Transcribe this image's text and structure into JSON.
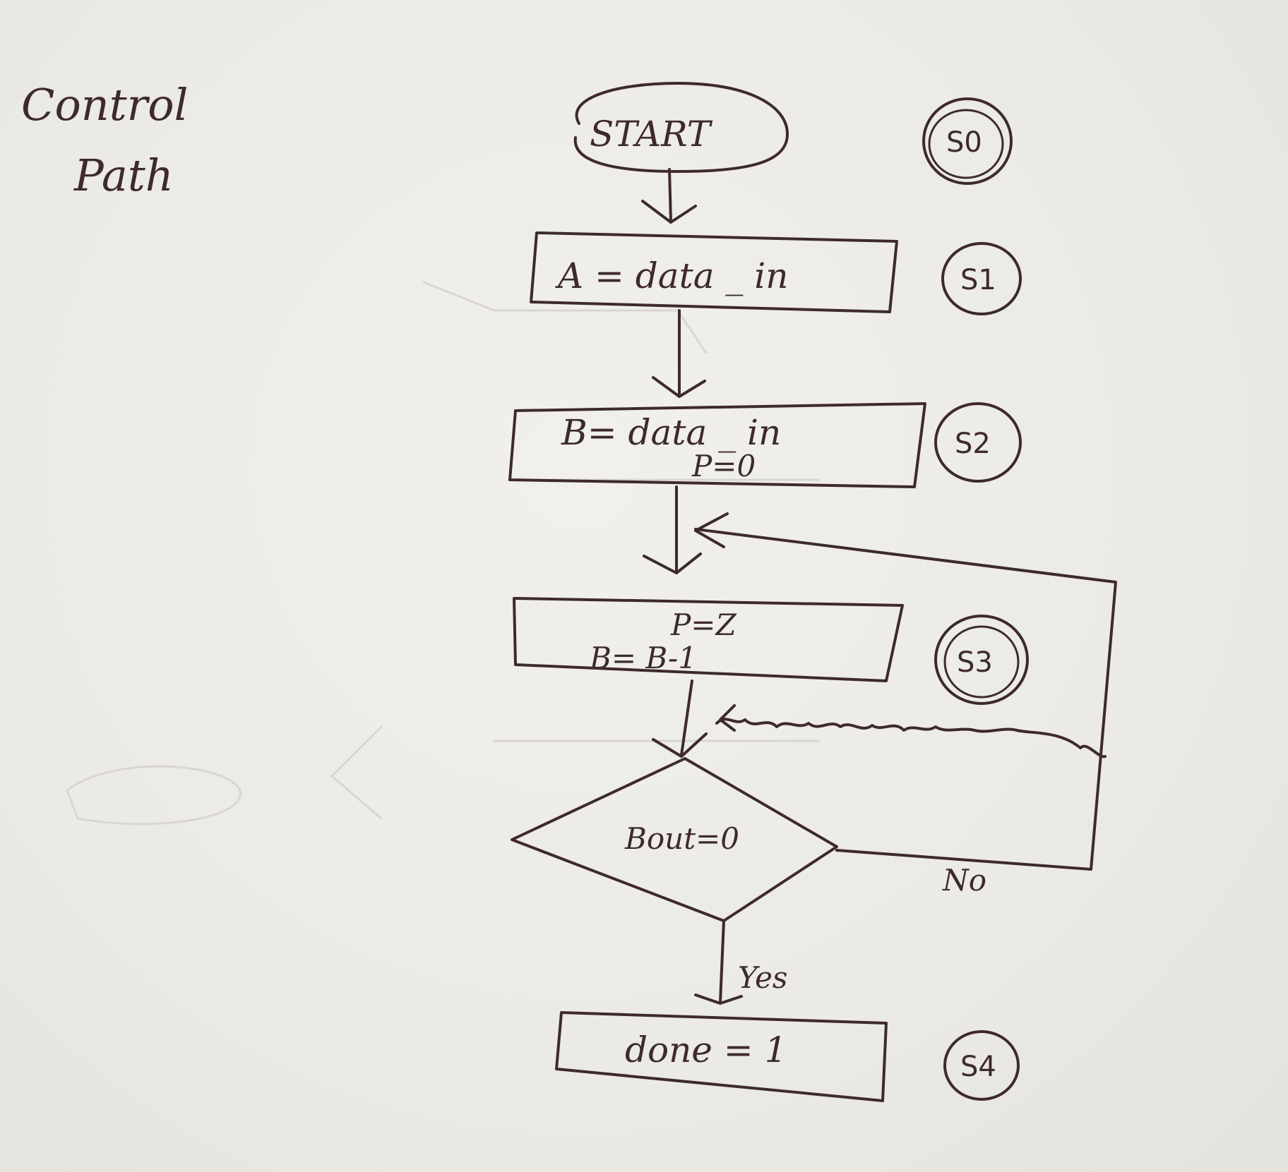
{
  "title": {
    "line1": "Control",
    "line2": "Path"
  },
  "nodes": {
    "start": "START",
    "s1_text": "A = data _ in",
    "s2_line1": "B= data _ in",
    "s2_line2": "P=0",
    "s3_line1": "P=Z",
    "s3_line2": "B= B-1",
    "decision": "Bout=0",
    "done": "done = 1"
  },
  "states": {
    "s0": "S0",
    "s1": "S1",
    "s2": "S2",
    "s3": "S3",
    "s4": "S4"
  },
  "edges": {
    "no_label": "No",
    "yes_label": "Yes"
  },
  "colors": {
    "ink": "#3e2a2b",
    "paper": "#ecebe7"
  }
}
